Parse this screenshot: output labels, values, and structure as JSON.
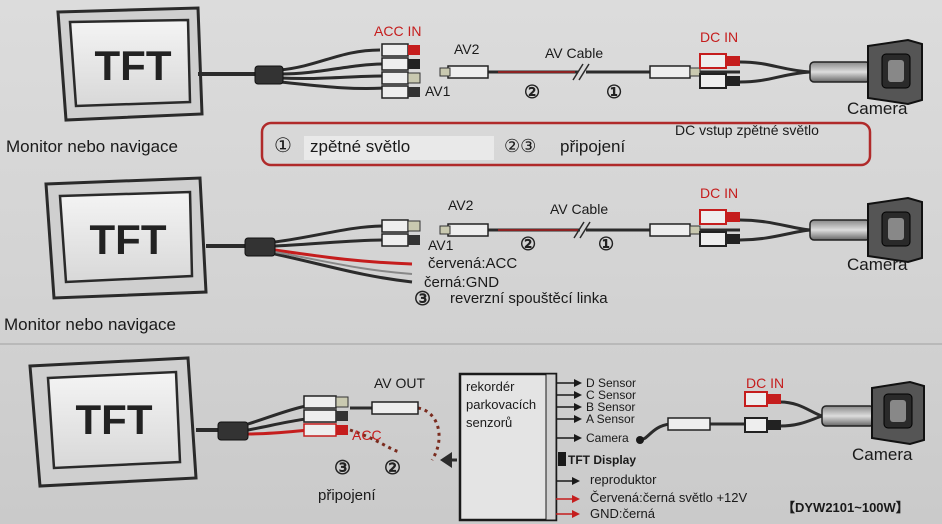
{
  "screens": [
    "TFT",
    "TFT",
    "TFT"
  ],
  "camera": [
    "Camera",
    "Camera",
    "Camera"
  ],
  "row1": {
    "acc_in": "ACC IN",
    "av2": "AV2",
    "av_cable": "AV Cable",
    "dc_in": "DC IN",
    "av1": "AV1",
    "num2": "②",
    "num1": "①",
    "monitor": "Monitor nebo navigace"
  },
  "legend": {
    "c1": "①",
    "item1": "zpětné světlo",
    "c23": "②③",
    "item2": "připojení",
    "item3": "DC vstup zpětné světlo"
  },
  "row2": {
    "av2": "AV2",
    "av_cable": "AV Cable",
    "dc_in": "DC IN",
    "av1": "AV1",
    "num2": "②",
    "num1": "①",
    "red": "červená:ACC",
    "black": "černá:GND",
    "num3": "③",
    "reverse": "reverzní spouštěcí linka",
    "monitor": "Monitor nebo navigace"
  },
  "row3": {
    "av_out": "AV OUT",
    "acc": "ACC",
    "num3": "③",
    "num2": "②",
    "pripojeni": "připojení",
    "recorder": [
      "rekordér",
      "parkovacích",
      "senzorů"
    ],
    "sensors": [
      "D Sensor",
      "C Sensor",
      "B Sensor",
      "A Sensor"
    ],
    "camera_port": "Camera",
    "tft_display": "TFT Display",
    "speaker": "reproduktor",
    "power": "Červená:černá světlo +12V",
    "gnd": "GND:černá",
    "dc_in": "DC IN",
    "model": "【DYW2101~100W】"
  },
  "colors": {
    "red": "#c51d1d",
    "legend_border": "#b02a2a",
    "cable": "#333333",
    "plug": "#e8e8e8"
  }
}
